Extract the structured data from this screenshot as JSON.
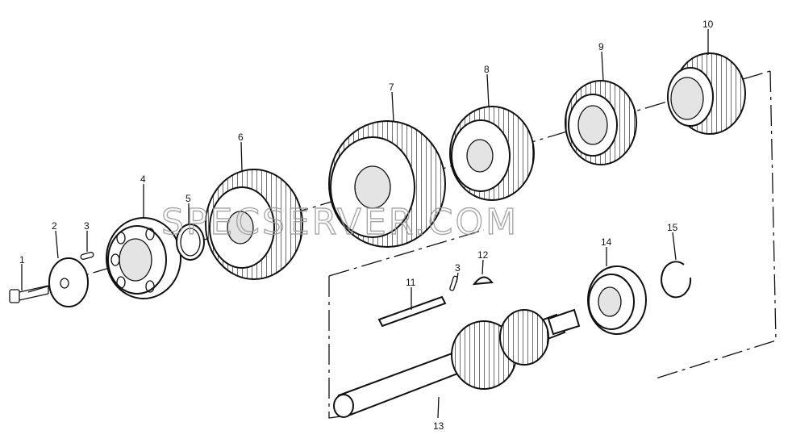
{
  "watermark": "SPECSERVER.COM",
  "callouts": [
    {
      "id": "1",
      "label": "1"
    },
    {
      "id": "2",
      "label": "2"
    },
    {
      "id": "3a",
      "label": "3"
    },
    {
      "id": "4",
      "label": "4"
    },
    {
      "id": "5",
      "label": "5"
    },
    {
      "id": "6",
      "label": "6"
    },
    {
      "id": "7",
      "label": "7"
    },
    {
      "id": "8",
      "label": "8"
    },
    {
      "id": "9",
      "label": "9"
    },
    {
      "id": "10",
      "label": "10"
    },
    {
      "id": "11",
      "label": "11"
    },
    {
      "id": "3b",
      "label": "3"
    },
    {
      "id": "12",
      "label": "12"
    },
    {
      "id": "13",
      "label": "13"
    },
    {
      "id": "14",
      "label": "14"
    },
    {
      "id": "15",
      "label": "15"
    }
  ],
  "colors": {
    "ink": "#111111",
    "paper": "#ffffff",
    "watermark": "#9a9a9a"
  }
}
